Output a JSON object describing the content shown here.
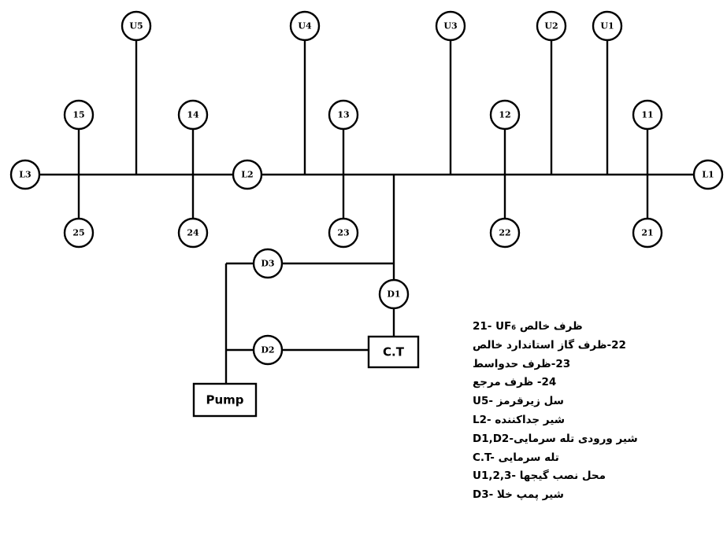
{
  "nodes": {
    "U1": "U1",
    "U2": "U2",
    "U3": "U3",
    "U4": "U4",
    "U5": "U5",
    "n11": "11",
    "n12": "12",
    "n13": "13",
    "n14": "14",
    "n15": "15",
    "n21": "21",
    "n22": "22",
    "n23": "23",
    "n24": "24",
    "n25": "25",
    "L1": "L1",
    "L2": "L2",
    "L3": "L3",
    "D1": "D1",
    "D2": "D2",
    "D3": "D3",
    "CT": "C.T",
    "Pump": "Pump"
  },
  "legend": [
    "21- UF₆ ظرف خالص",
    "22-ظرف گاز استاندارد خالص",
    "23-ظرف حدواسط",
    "24- ظرف مرجع",
    "U5- سل زیرقرمز",
    "L2- شیر جداکننده",
    "D1,D2-شیر ورودی تله سرمایی",
    "C.T- تله سرمایی",
    "U1,2,3- محل نصب گیجها",
    "D3- شیر پمپ خلا"
  ]
}
